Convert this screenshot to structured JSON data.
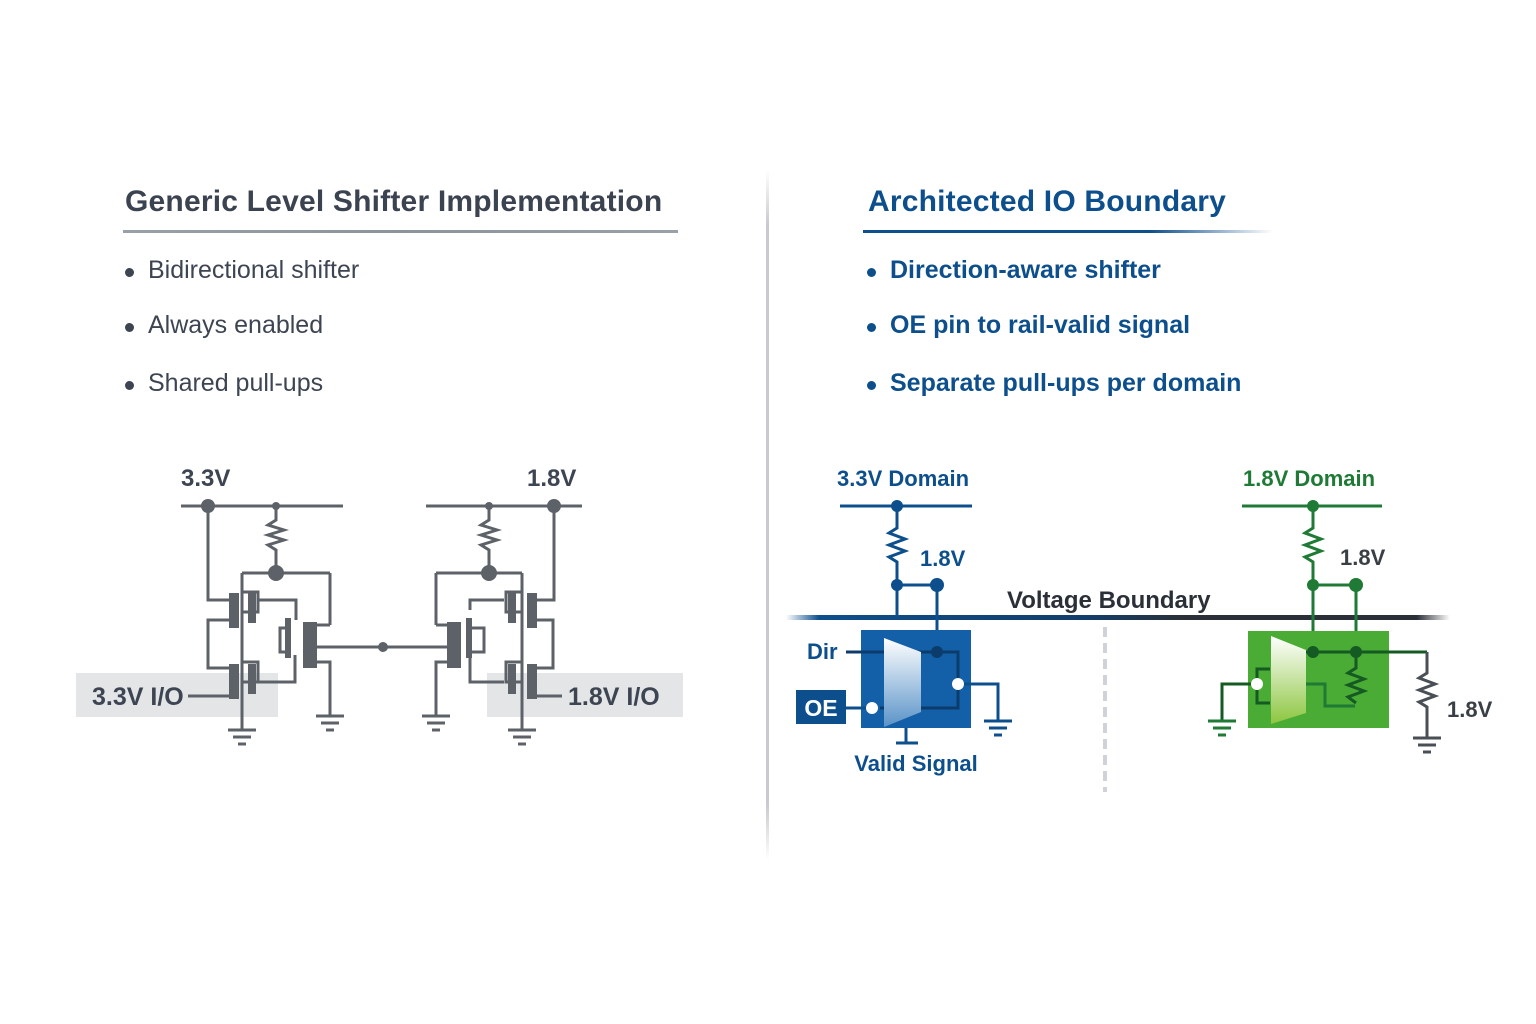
{
  "left_panel": {
    "title": "Generic Level Shifter Implementation",
    "bullets": [
      "Bidirectional shifter",
      "Always enabled",
      "Shared pull-ups"
    ],
    "schematic": {
      "rail_left_label": "3.3V",
      "rail_right_label": "1.8V",
      "io_left_label": "3.3V I/O",
      "io_right_label": "1.8V I/O"
    },
    "color": "#3e4552",
    "wire_color": "#5d6168"
  },
  "right_panel": {
    "title": "Architected IO Boundary",
    "bullets": [
      "Direction-aware shifter",
      "OE pin to rail-valid signal",
      "Separate pull-ups per domain"
    ],
    "schematic": {
      "domain_left_label": "3.3V Domain",
      "domain_right_label": "1.8V Domain",
      "pullup_left_label": "1.8V",
      "pullup_right_label": "1.8V",
      "boundary_label": "Voltage Boundary",
      "dir_label": "Dir",
      "oe_label": "OE",
      "valid_label": "Valid Signal",
      "external_pullup_label": "1.8V"
    },
    "colors": {
      "blue": "#0d4f8c",
      "blue_box": "#1460a8",
      "green": "#1e7a34",
      "green_box": "#4aab35",
      "boundary": "#2b3038"
    }
  }
}
